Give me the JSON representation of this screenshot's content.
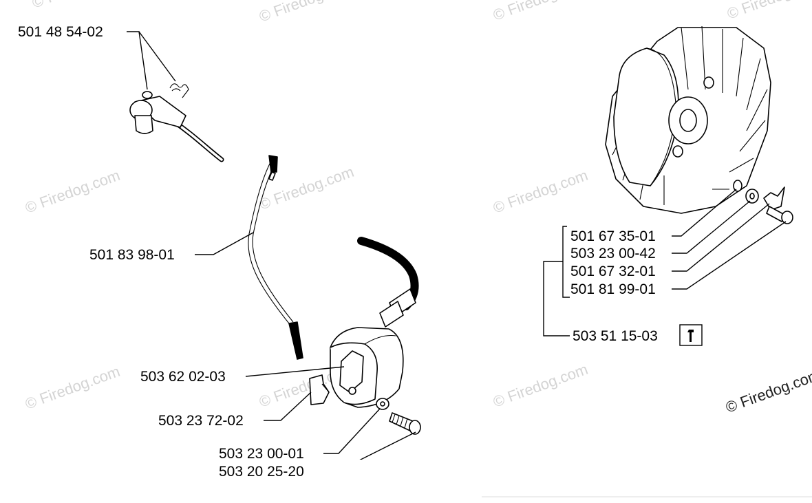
{
  "diagram": {
    "watermark": "© Firedog.com",
    "watermark_corner": "© Firedog.com",
    "parts": [
      {
        "id": "clip",
        "label": "501 48 54-02"
      },
      {
        "id": "wire",
        "label": "501 83 98-01"
      },
      {
        "id": "coil",
        "label": "503 62 02-03"
      },
      {
        "id": "spacer",
        "label": "503 23 72-02"
      },
      {
        "id": "washer",
        "label": "503 23 00-01"
      },
      {
        "id": "screw",
        "label": "503 20 25-20"
      },
      {
        "id": "key",
        "label": "501 67 35-01"
      },
      {
        "id": "fw-washer",
        "label": "503 23 00-42"
      },
      {
        "id": "lock",
        "label": "501 67 32-01"
      },
      {
        "id": "nut",
        "label": "501 81 99-01"
      },
      {
        "id": "flywheel",
        "label": "503 51 15-03"
      }
    ],
    "tool_icon": "wrench-icon"
  }
}
